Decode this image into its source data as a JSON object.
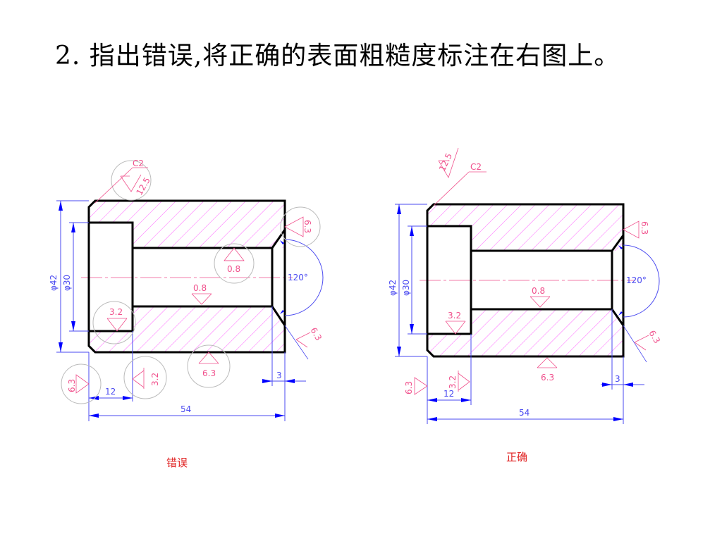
{
  "slide": {
    "title": "2. 指出错误,将正确的表面粗糙度标注在右图上。"
  },
  "colors": {
    "outline": "#000000",
    "hatch": "#ff66ff",
    "dimension": "#4a4af0",
    "arrow": "#0000ff",
    "roughness": "#f0508c",
    "centerline": "#f0508c",
    "caption": "#e02020"
  },
  "left_drawing": {
    "caption": "错误",
    "dims": {
      "dia_outer": "φ42",
      "dia_bore": "φ30",
      "counterbore_len": "12",
      "total_len": "54",
      "chamfer_len": "3",
      "angle": "120°"
    },
    "roughness": {
      "chamfer_c": "C2",
      "chamfer_ra": "12.5",
      "right_top": "6.3",
      "bore_top": "0.8",
      "bore_center": "0.8",
      "counterbore": "3.2",
      "right_bottom": "6.3",
      "bottom_left": "6.3",
      "bottom_mid": "3.2",
      "bottom_right": "6.3"
    }
  },
  "right_drawing": {
    "caption": "正确",
    "dims": {
      "dia_outer": "φ42",
      "dia_bore": "φ30",
      "counterbore_len": "12",
      "total_len": "54",
      "chamfer_len": "3",
      "angle": "120°"
    },
    "roughness": {
      "chamfer_ra": "12.5",
      "chamfer_c": "C2",
      "right_face": "6.3",
      "bore": "0.8",
      "counterbore": "3.2",
      "right_bottom": "6.3",
      "left_face": "6.3",
      "counterbore_face": "3.2",
      "bottom": "6.3"
    }
  }
}
